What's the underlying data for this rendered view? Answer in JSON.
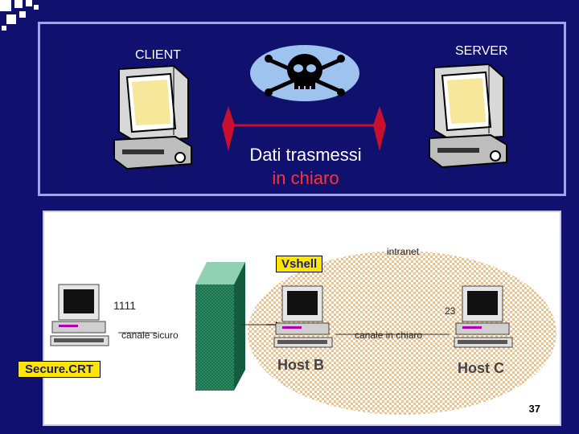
{
  "top": {
    "client_label": "CLIENT",
    "server_label": "SERVER",
    "caption_line1": "Dati trasmessi",
    "caption_line2": "in chiaro"
  },
  "network": {
    "intranet_label": "intranet",
    "vshell_label": "Vshell",
    "securecrt_label": "Secure.CRT",
    "port_1111": "1111",
    "port_23": "23",
    "secure_channel_label": "canale sicuro",
    "plain_channel_label": "canale in chiaro",
    "host_b_label": "Host B",
    "host_c_label": "Host C"
  },
  "page_number": "37",
  "colors": {
    "background": "#10106e",
    "panel_border": "#9aa7e0",
    "plaintext_red": "#ff3333",
    "arrow_red": "#c8102e",
    "tag_fill": "#ffe600",
    "firewall_green": "#1f7a55",
    "intranet_fill": "#f0c189"
  }
}
